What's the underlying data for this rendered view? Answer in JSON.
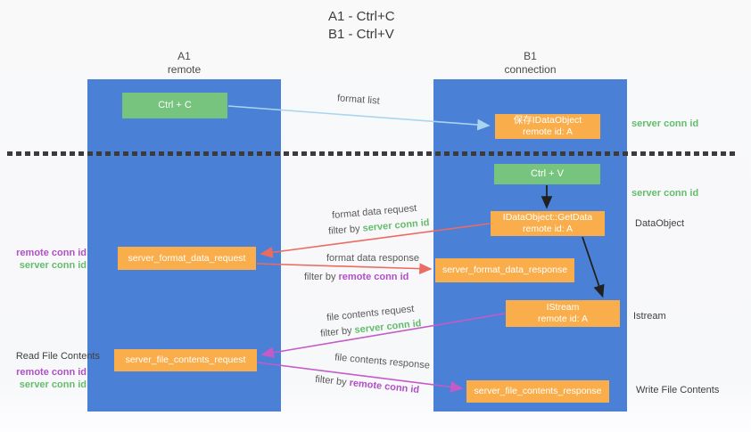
{
  "title": {
    "line1": "A1 - Ctrl+C",
    "line2": "B1 - Ctrl+V"
  },
  "lanes": {
    "a1": {
      "name": "A1",
      "subtitle": "remote"
    },
    "b1": {
      "name": "B1",
      "subtitle": "connection"
    }
  },
  "nodes": {
    "ctrl_c": {
      "label": "Ctrl + C"
    },
    "ctrl_v": {
      "label": "Ctrl + V"
    },
    "save_idataobject": {
      "line1": "保存IDataObject",
      "line2": "remote id: A"
    },
    "getdata": {
      "line1": "IDataObject::GetData",
      "line2": "remote id: A"
    },
    "istream": {
      "line1": "IStream",
      "line2": "remote id: A"
    },
    "format_request": {
      "label": "server_format_data_request"
    },
    "format_response": {
      "label": "server_format_data_response"
    },
    "file_request": {
      "label": "server_file_contents_request"
    },
    "file_response": {
      "label": "server_file_contents_response"
    }
  },
  "arrow_labels": {
    "format_list": "format list",
    "format_data_request": "format data request",
    "format_data_response": "format data response",
    "file_contents_request": "file contents request",
    "file_contents_response": "file contents response",
    "filter_by": "filter by ",
    "server_conn_id": "server conn id",
    "remote_conn_id": "remote conn id"
  },
  "annotations": {
    "left_mid": {
      "remote": "remote conn id",
      "server": "server conn id"
    },
    "left_bottom": {
      "title": "Read File Contents",
      "remote": "remote conn id",
      "server": "server conn id"
    },
    "right": {
      "server_conn_id_top": "server conn id",
      "server_conn_id_mid": "server conn id",
      "dataobject": "DataObject",
      "istream": "Istream",
      "write_file_contents": "Write File Contents"
    }
  },
  "colors": {
    "lane_blue": "#4A80D5",
    "node_green": "#77C47E",
    "node_orange": "#F9AE4B",
    "arrow_lightblue": "#A9D5F1",
    "arrow_red": "#EC6B60",
    "arrow_magenta": "#C45BC7",
    "arrow_black": "#212121",
    "text_green": "#63BD6B",
    "text_purple": "#B14FC6",
    "text_gray": "#595959",
    "separator_dark": "#3b3b3b"
  }
}
